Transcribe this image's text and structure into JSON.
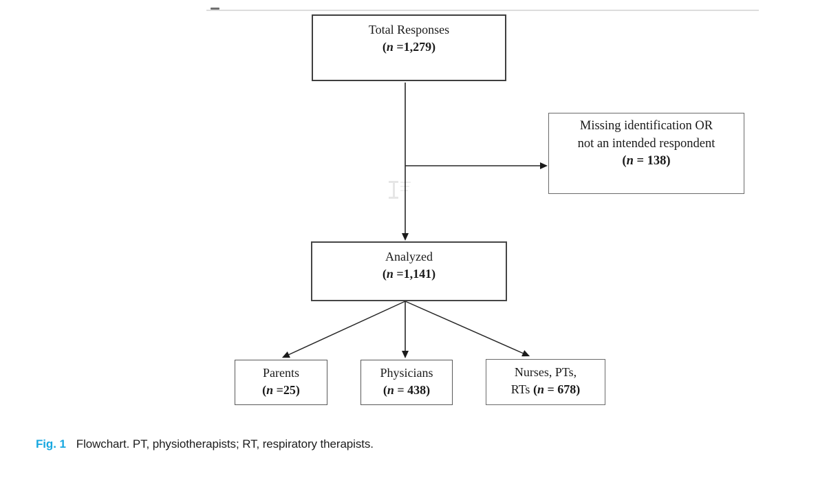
{
  "figure": {
    "caption": {
      "label": "Fig. 1",
      "text": "Flowchart. PT, physiotherapists; RT, respiratory therapists."
    },
    "colors": {
      "caption_label": "#18a8e0",
      "box_border": "#4a4a4a",
      "arrow": "#262626"
    },
    "nodes": {
      "total": {
        "line1": "Total Responses",
        "count_pre": "(",
        "count_n": "n",
        "count_post": " =1,279)",
        "n_value": 1279
      },
      "missing": {
        "line1": "Missing identification OR",
        "line2": "not an intended respondent",
        "count_pre": "(",
        "count_n": "n",
        "count_post": " = 138)",
        "n_value": 138
      },
      "analyzed": {
        "line1": "Analyzed",
        "count_pre": "(",
        "count_n": "n",
        "count_post": " =1,141)",
        "n_value": 1141
      },
      "parents": {
        "line1": "Parents",
        "count_pre": "(",
        "count_n": "n",
        "count_post": " =25)",
        "n_value": 25
      },
      "physicians": {
        "line1": "Physicians",
        "count_pre": "(",
        "count_n": "n",
        "count_post": " = 438)",
        "n_value": 438
      },
      "nurses": {
        "line1": "Nurses, PTs,",
        "count_lead": "RTs ",
        "count_pre": "(",
        "count_n": "n",
        "count_post": " = 678)",
        "n_value": 678
      }
    },
    "edges": [
      {
        "from": "Total Responses",
        "to": "Analyzed"
      },
      {
        "from": "Total Responses",
        "to": "Missing identification OR not an intended respondent"
      },
      {
        "from": "Analyzed",
        "to": "Parents"
      },
      {
        "from": "Analyzed",
        "to": "Physicians"
      },
      {
        "from": "Analyzed",
        "to": "Nurses, PTs, RTs"
      }
    ]
  }
}
